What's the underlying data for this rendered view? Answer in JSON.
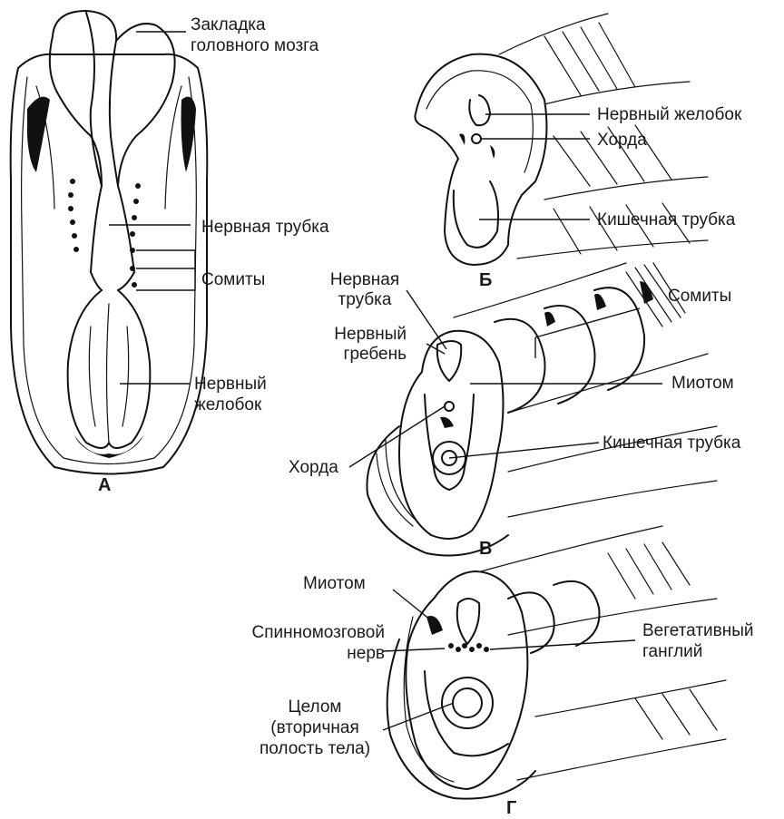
{
  "panels": {
    "A": {
      "letter": "А",
      "labels": {
        "brain_primordium": "Закладка\nголовного мозга",
        "neural_tube": "Нервная трубка",
        "somites": "Сомиты",
        "neural_groove": "Нервный\nжелобок"
      }
    },
    "B": {
      "letter": "Б",
      "labels": {
        "neural_groove": "Нервный желобок",
        "notochord": "Хорда",
        "gut_tube": "Кишечная трубка"
      }
    },
    "V": {
      "letter": "В",
      "labels": {
        "neural_tube": "Нервная\nтрубка",
        "somites": "Сомиты",
        "neural_crest": "Нервный\nгребень",
        "myotome": "Миотом",
        "gut_tube": "Кишечная трубка",
        "notochord": "Хорда"
      }
    },
    "G": {
      "letter": "Г",
      "labels": {
        "myotome": "Миотом",
        "spinal_nerve": "Спинномозговой\nнерв",
        "autonomic_ganglion": "Вегетативный\nганглий",
        "coelom": "Целом\n(вторичная\nполость тела)"
      }
    }
  }
}
